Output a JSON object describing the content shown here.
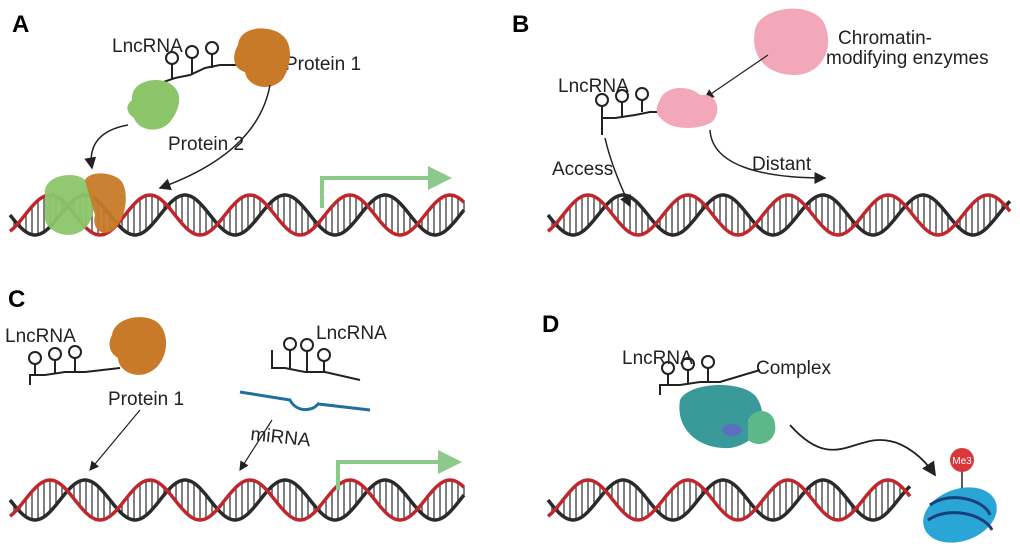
{
  "panels": {
    "A": {
      "letter": "A",
      "lncrna": "LncRNA",
      "protein1": "Protein 1",
      "protein2": "Protein 2"
    },
    "B": {
      "letter": "B",
      "lncrna": "LncRNA",
      "enzymes_line1": "Chromatin-",
      "enzymes_line2": "modifying enzymes",
      "access": "Access",
      "distant": "Distant"
    },
    "C": {
      "letter": "C",
      "lncrna1": "LncRNA",
      "protein1": "Protein 1",
      "lncrna2": "LncRNA",
      "mirna": "miRNA"
    },
    "D": {
      "letter": "D",
      "lncrna": "LncRNA",
      "complex": "Complex",
      "me3": "Me3"
    }
  },
  "colors": {
    "dna_black": "#2b2b2b",
    "dna_red": "#c0272d",
    "protein1": "#c87a28",
    "protein2": "#8cc56a",
    "enzyme": "#f2a8b8",
    "complex": "#3a9a9a",
    "arrow_green": "#8dc98a",
    "nucleosome": "#2aa6d6",
    "me3": "#d9383a",
    "mirna": "#1f6fa0"
  }
}
